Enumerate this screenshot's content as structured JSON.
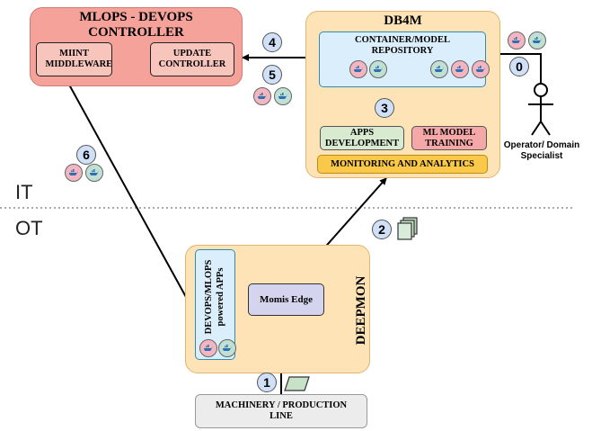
{
  "mlops_controller": {
    "title_line1": "MLOPS - DEVOPS",
    "title_line2": "CONTROLLER",
    "middleware": "MIINT MIDDLEWARE",
    "update_controller": "UPDATE CONTROLLER"
  },
  "db4m": {
    "title": "DB4M",
    "repository": "CONTAINER/MODEL REPOSITORY",
    "apps_development": "APPS DEVELOPMENT",
    "ml_training": "ML MODEL TRAINING",
    "monitoring": "MONITORING AND ANALYTICS"
  },
  "deepmon": {
    "title": "DEEPMON",
    "devops_apps_line1": "DEVOPS/MLOPS",
    "devops_apps_line2": "powered APPs",
    "edge": "Momis Edge"
  },
  "machinery": "MACHINERY / PRODUCTION LINE",
  "operator": "Operator/ Domain Specialist",
  "layers": {
    "it": "IT",
    "ot": "OT"
  },
  "steps": [
    "0",
    "1",
    "2",
    "3",
    "4",
    "5",
    "6"
  ],
  "colors": {
    "controller_fill": "#f4a29a",
    "db4m_fill": "#fde3b6",
    "repository_fill": "#dbeefb",
    "apps_fill": "#d8ead0",
    "ml_fill": "#f6a8a8",
    "monitoring_fill": "#fbc94a",
    "edge_fill": "#d4d4ef",
    "step_fill": "#cfe0f7",
    "container_pink": "#f3b6c0",
    "container_green": "#bfe0d2"
  }
}
